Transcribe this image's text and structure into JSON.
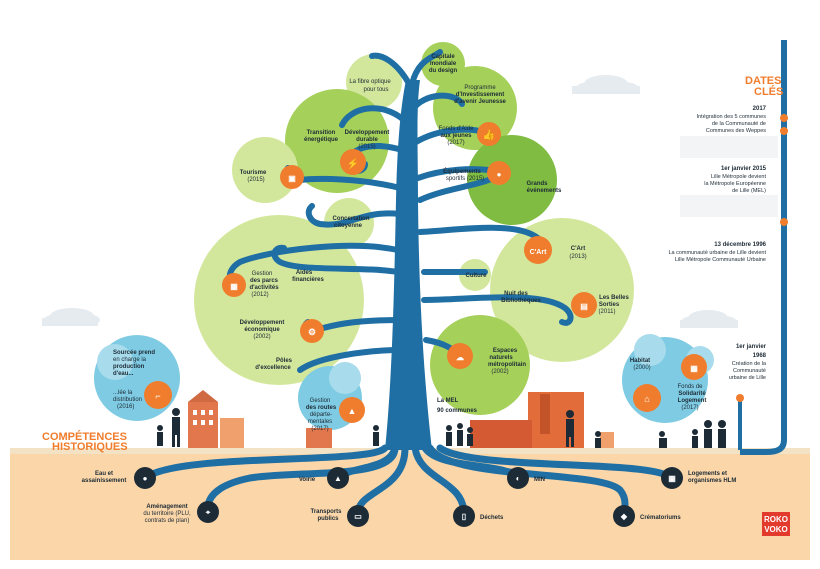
{
  "header": {
    "dates_title_1": "DATES",
    "dates_title_2": "CLÉS",
    "competences_1": "COMPÉTENCES",
    "competences_2": "HISTORIQUES"
  },
  "brand": {
    "line1": "ROKO",
    "line2": "VOKO"
  },
  "trunk_label": {
    "line1": "La MEL",
    "line2": "90 communes"
  },
  "timeline": [
    {
      "year": "2017",
      "lines": [
        "Intégration des 5 communes",
        "de la Communauté de",
        "Communes des Weppes"
      ]
    },
    {
      "year": "1er janvier 2015",
      "lines": [
        "Lille Métropole devient",
        "la Métropole Européenne",
        "de Lille (MEL)"
      ]
    },
    {
      "year": "13 décembre 1996",
      "lines": [
        "La communauté urbaine de Lille devient",
        "Lille Métropole Communauté Urbaine"
      ]
    },
    {
      "year_a": "1er janvier",
      "year_b": "1968",
      "lines": [
        "Création de la",
        "Communauté",
        "urbaine de Lille"
      ]
    }
  ],
  "leaves": {
    "capitale": [
      "Capitale",
      "mondiale",
      "du design"
    ],
    "fibre_a": "La fibre optique",
    "fibre_b": "pour tous",
    "programme": [
      "Programme",
      "d'Investissement",
      "d'avenir Jeunesse"
    ],
    "transition": [
      "Transition",
      "énergétique"
    ],
    "dev_durable": [
      "Développement",
      "durable",
      "(2015)"
    ],
    "aide_jeunes": [
      "Fonds d'Aide",
      "aux jeunes",
      "(2017)"
    ],
    "tourisme": [
      "Tourisme",
      "(2015)"
    ],
    "equipements": [
      "Équipements",
      "sportifs (2015)"
    ],
    "grands": [
      "Grands",
      "événements"
    ],
    "concertation": [
      "Concertation",
      "citoyenne"
    ],
    "cart": [
      "C'Art",
      "(2013)"
    ],
    "culture": "Culture",
    "aides_fin": [
      "Aides",
      "financières"
    ],
    "parcs": [
      "Gestion",
      "des parcs",
      "d'activités",
      "(2012)"
    ],
    "nuit": [
      "Nuit des",
      "Bibliothèques"
    ],
    "belles": [
      "Les Belles",
      "Sorties",
      "(2011)"
    ],
    "dev_eco": [
      "Développement",
      "économique",
      "(2002)"
    ],
    "poles": [
      "Pôles",
      "d'excellence"
    ],
    "espaces": [
      "Espaces",
      "naturels",
      "métropolitain",
      "(2002)"
    ],
    "routes": [
      "Gestion",
      "des routes",
      "départe-",
      "mentales",
      "(2017)"
    ],
    "eau_bush": [
      "Sourcée prend",
      "en charge la",
      "production",
      "d'eau...",
      "...lée la",
      "distribution",
      "(2016)"
    ],
    "habitat": [
      "Habitat",
      "(2000)"
    ],
    "fonds_sol": [
      "Fonds de",
      "Solidarité",
      "Logement",
      "(2017)"
    ]
  },
  "roots": [
    {
      "key": "eau",
      "lines": [
        "Eau et",
        "assainissement"
      ]
    },
    {
      "key": "amenagement",
      "lines": [
        "Aménagement",
        "du territoire (PLU,",
        "contrats de plan)"
      ]
    },
    {
      "key": "voirie",
      "lines": [
        "Voirie"
      ]
    },
    {
      "key": "transports",
      "lines": [
        "Transports",
        "publics"
      ]
    },
    {
      "key": "dechets",
      "lines": [
        "Déchets"
      ]
    },
    {
      "key": "min",
      "lines": [
        "MIN"
      ]
    },
    {
      "key": "crematoriums",
      "lines": [
        "Crématoriums"
      ]
    },
    {
      "key": "logements",
      "lines": [
        "Logements et",
        "organismes HLM"
      ]
    }
  ],
  "colors": {
    "trunk": "#1f6fa4",
    "leaf": "#a5d05a",
    "leaf_dark": "#7fbc41",
    "leaf_light": "#d3e79c",
    "orange": "#ef7d2d",
    "ground": "#fbd6a8",
    "sky_bush": "#7fcbe3",
    "dark": "#1d2b36",
    "brand_red": "#e23b2e"
  }
}
